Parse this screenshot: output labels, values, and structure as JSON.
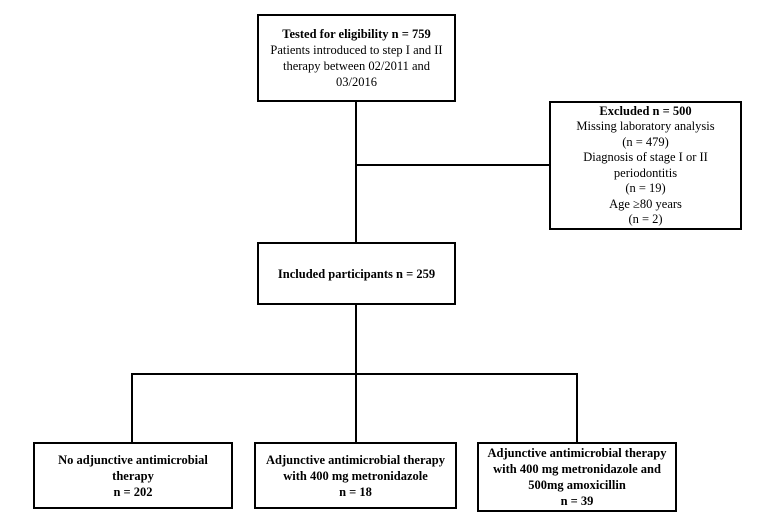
{
  "eligibility": {
    "title": "Tested for eligibility n = 759",
    "text1": "Patients introduced to step I and II",
    "text2": "therapy between 02/2011 and",
    "text3": "03/2016"
  },
  "excluded": {
    "title": "Excluded n = 500",
    "lines": [
      "Missing laboratory analysis",
      "(n = 479)",
      "Diagnosis of stage I or II",
      "periodontitis",
      "(n = 19)",
      "Age ≥80 years",
      "(n = 2)"
    ]
  },
  "included": {
    "title": "Included participants n = 259"
  },
  "groups": [
    {
      "line1": "No adjunctive antimicrobial",
      "line2": "therapy",
      "line3": "n = 202"
    },
    {
      "line1": "Adjunctive antimicrobial therapy",
      "line2": "with 400 mg metronidazole",
      "line3": "n = 18"
    },
    {
      "line1": "Adjunctive antimicrobial therapy",
      "line2": "with 400 mg metronidazole and",
      "line3": "500mg amoxicillin",
      "line4": "n = 39"
    }
  ]
}
